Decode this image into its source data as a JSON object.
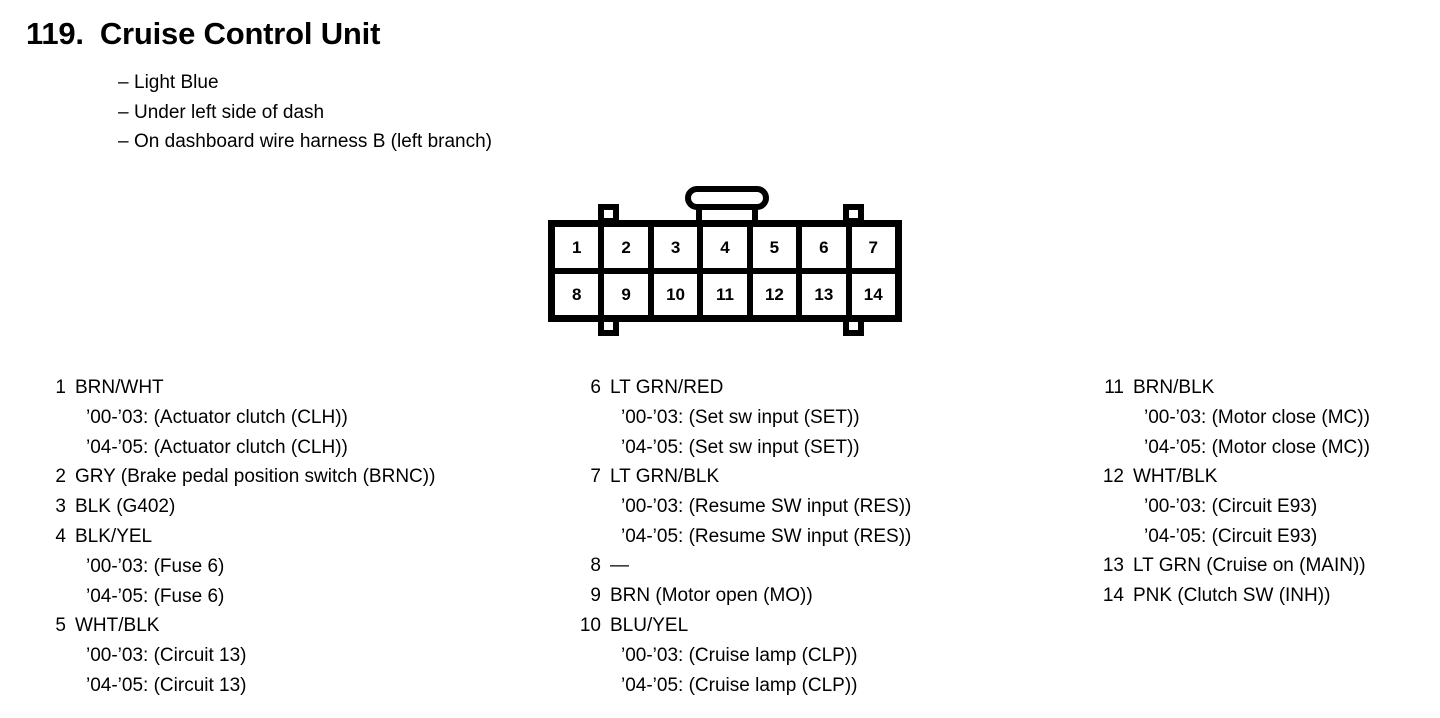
{
  "header": {
    "number": "119.",
    "title": "Cruise Control Unit",
    "bullets": [
      {
        "dash": "–",
        "text": "Light Blue"
      },
      {
        "dash": "–",
        "text": "Under left side of dash"
      },
      {
        "dash": "–",
        "text": "On dashboard wire harness B (left branch)"
      }
    ]
  },
  "connector": {
    "top_row": [
      "1",
      "2",
      "3",
      "4",
      "5",
      "6",
      "7"
    ],
    "bottom_row": [
      "8",
      "9",
      "10",
      "11",
      "12",
      "13",
      "14"
    ]
  },
  "pin_columns": [
    {
      "pins": [
        {
          "num": "1",
          "label": "BRN/WHT",
          "sublines": [
            "’00-’03: (Actuator clutch (CLH))",
            "’04-’05: (Actuator clutch (CLH))"
          ]
        },
        {
          "num": "2",
          "label": "GRY (Brake pedal position switch (BRNC))",
          "sublines": []
        },
        {
          "num": "3",
          "label": "BLK (G402)",
          "sublines": []
        },
        {
          "num": "4",
          "label": "BLK/YEL",
          "sublines": [
            "’00-’03: (Fuse 6)",
            "’04-’05: (Fuse 6)"
          ]
        },
        {
          "num": "5",
          "label": "WHT/BLK",
          "sublines": [
            "’00-’03: (Circuit 13)",
            "’04-’05: (Circuit 13)"
          ]
        }
      ]
    },
    {
      "pins": [
        {
          "num": "6",
          "label": "LT GRN/RED",
          "sublines": [
            "’00-’03: (Set sw input (SET))",
            "’04-’05: (Set sw input (SET))"
          ]
        },
        {
          "num": "7",
          "label": "LT GRN/BLK",
          "sublines": [
            "’00-’03: (Resume SW input (RES))",
            "’04-’05: (Resume SW input (RES))"
          ]
        },
        {
          "num": "8",
          "label": "—",
          "sublines": []
        },
        {
          "num": "9",
          "label": "BRN (Motor open (MO))",
          "sublines": []
        },
        {
          "num": "10",
          "label": "BLU/YEL",
          "sublines": [
            "’00-’03: (Cruise lamp (CLP))",
            "’04-’05: (Cruise lamp (CLP))"
          ]
        }
      ]
    },
    {
      "pins": [
        {
          "num": "11",
          "label": "BRN/BLK",
          "sublines": [
            "’00-’03: (Motor close (MC))",
            "’04-’05: (Motor close (MC))"
          ]
        },
        {
          "num": "12",
          "label": "WHT/BLK",
          "sublines": [
            "’00-’03: (Circuit E93)",
            "’04-’05: (Circuit E93)"
          ]
        },
        {
          "num": "13",
          "label": "LT GRN (Cruise on (MAIN))",
          "sublines": []
        },
        {
          "num": "14",
          "label": "PNK (Clutch SW (INH))",
          "sublines": []
        }
      ]
    }
  ]
}
